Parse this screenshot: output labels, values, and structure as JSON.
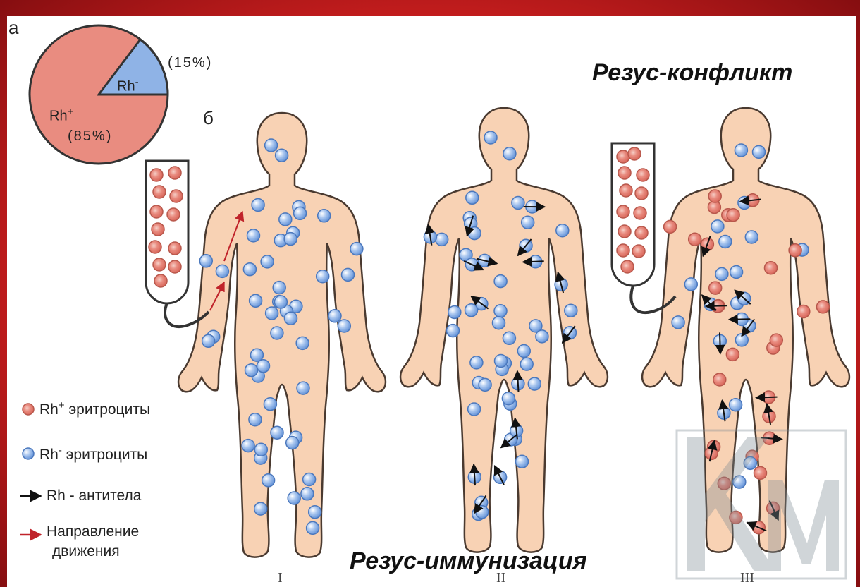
{
  "labels": {
    "panel_a": "а",
    "panel_b": "б",
    "rh_neg": "Rh",
    "rh_neg_sup": "-",
    "rh_neg_pct": "(15%)",
    "rh_pos": "Rh",
    "rh_pos_sup": "+",
    "rh_pos_pct": "(85%)",
    "title_top": "Резус-конфликт",
    "title_bottom": "Резус-иммунизация",
    "roman_1": "I",
    "roman_2": "II",
    "roman_3": "III"
  },
  "pie": {
    "rh_pos_share": 85,
    "rh_neg_share": 15
  },
  "legend": {
    "rh_pos_prefix": "Rh",
    "rh_pos_sup": "+",
    "rh_pos_label": " эритроциты",
    "rh_neg_prefix": "Rh",
    "rh_neg_sup": "-",
    "rh_neg_label": " эритроциты",
    "antibody_label": "Rh - антитела",
    "direction_label_1": "Направление",
    "direction_label_2": "движения"
  },
  "colors": {
    "background_red": "#c8201e",
    "rh_pos_cell": "#e98c80",
    "rh_neg_cell": "#8fb3e6",
    "body_fill": "#f8d2b4",
    "direction_arrow": "#c0232a",
    "antibody_arrow": "#111111"
  }
}
